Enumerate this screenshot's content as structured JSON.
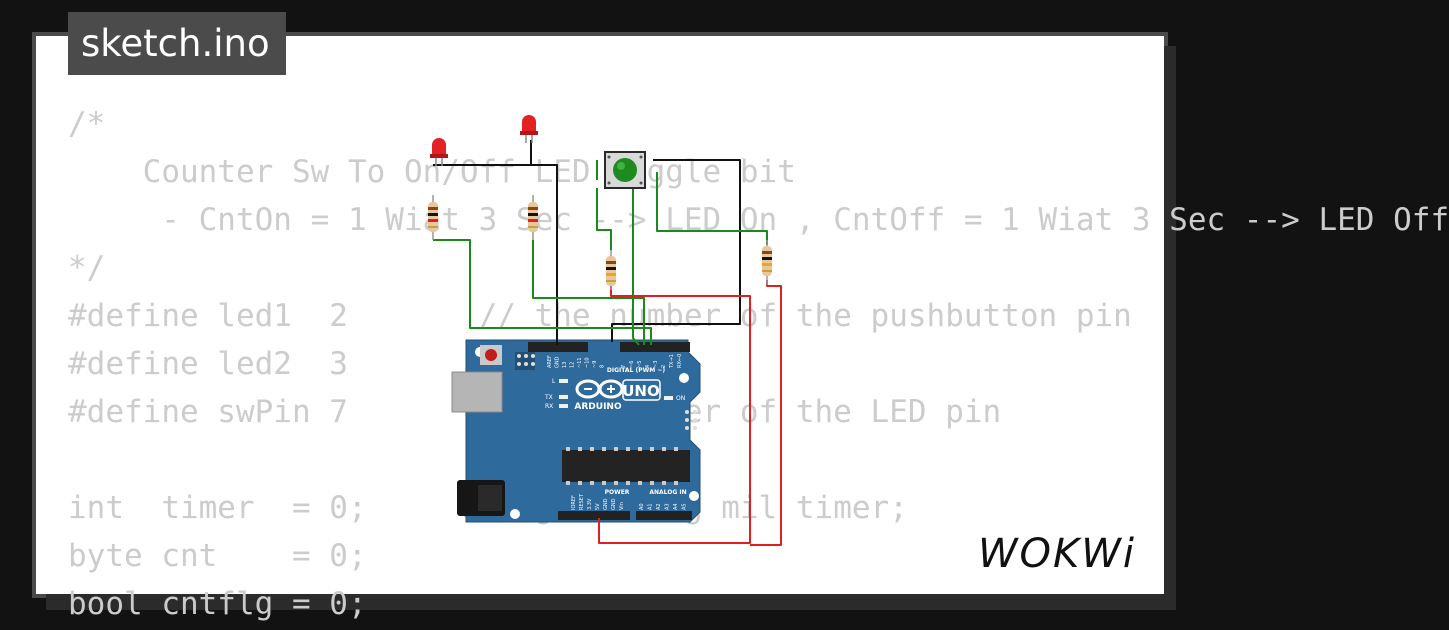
{
  "title_tab": {
    "label": "sketch.ino"
  },
  "code_lines": [
    "/*",
    "    Counter Sw To On/Off LED Toggle bit",
    "     - CntOn = 1 Wiat 3 Sec --> LED On , CntOff = 1 Wiat 3 Sec --> LED Off",
    "*/",
    "#define led1  2       // the number of the pushbutton pin",
    "#define led2  3",
    "#define swPin 7       // the number of the LED pin",
    "",
    "int  timer  = 0;     unsigned long mil timer;",
    "byte cnt    = 0;",
    "bool cntflg = 0;"
  ],
  "board": {
    "brand": "ARDUINO",
    "model": "UNO",
    "header_digital": "DIGITAL (PWM ~)",
    "header_power": "POWER",
    "header_analog": "ANALOG IN",
    "led_l": "L",
    "led_tx": "TX",
    "led_rx": "RX",
    "led_on": "ON",
    "digital_pins": [
      "AREF",
      "GND",
      "13",
      "12",
      "~11",
      "~10",
      "~9",
      "8",
      "7",
      "~6",
      "~5",
      "4",
      "~3",
      "2",
      "TX→1",
      "RX←0"
    ],
    "power_pins": [
      "IOREF",
      "RESET",
      "3.3V",
      "5V",
      "GND",
      "GND",
      "Vin"
    ],
    "analog_pins": [
      "A0",
      "A1",
      "A2",
      "A3",
      "A4",
      "A5"
    ]
  },
  "colors": {
    "wire_black": "#111111",
    "wire_green": "#1a8a1a",
    "wire_red": "#e01f1f",
    "board": "#2f6a9c",
    "led": "#e32323",
    "button_cap": "#1f8a1f"
  },
  "logo": {
    "text": "WOKWi"
  }
}
